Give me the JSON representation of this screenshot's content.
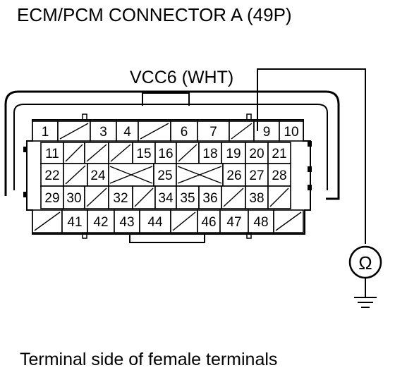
{
  "title": "ECM/PCM CONNECTOR A (49P)",
  "probe_label": "VCC6 (WHT)",
  "meter_symbol": "Ω",
  "footer": "Terminal side of female terminals",
  "colors": {
    "line": "#000000",
    "background": "#ffffff"
  },
  "connector": {
    "rows": [
      [
        {
          "type": "pin",
          "label": "1"
        },
        {
          "type": "blank"
        },
        {
          "type": "pin",
          "label": "3"
        },
        {
          "type": "pin",
          "label": "4"
        },
        {
          "type": "blank"
        },
        {
          "type": "pin",
          "label": "6"
        },
        {
          "type": "pin",
          "label": "7"
        },
        {
          "type": "blank"
        },
        {
          "type": "pin",
          "label": "9"
        },
        {
          "type": "pin",
          "label": "10"
        }
      ],
      [
        {
          "type": "pin",
          "label": "11"
        },
        {
          "type": "blank"
        },
        {
          "type": "blank"
        },
        {
          "type": "blank"
        },
        {
          "type": "pin",
          "label": "15"
        },
        {
          "type": "pin",
          "label": "16"
        },
        {
          "type": "blank"
        },
        {
          "type": "pin",
          "label": "18"
        },
        {
          "type": "pin",
          "label": "19"
        },
        {
          "type": "pin",
          "label": "20"
        },
        {
          "type": "pin",
          "label": "21"
        }
      ],
      [
        {
          "type": "pin",
          "label": "22"
        },
        {
          "type": "blank"
        },
        {
          "type": "pin",
          "label": "24"
        },
        {
          "type": "cross"
        },
        {
          "type": "pin",
          "label": "25"
        },
        {
          "type": "cross"
        },
        {
          "type": "pin",
          "label": "26"
        },
        {
          "type": "pin",
          "label": "27"
        },
        {
          "type": "pin",
          "label": "28"
        }
      ],
      [
        {
          "type": "pin",
          "label": "29"
        },
        {
          "type": "pin",
          "label": "30"
        },
        {
          "type": "blank"
        },
        {
          "type": "pin",
          "label": "32"
        },
        {
          "type": "blank"
        },
        {
          "type": "pin",
          "label": "34"
        },
        {
          "type": "pin",
          "label": "35"
        },
        {
          "type": "pin",
          "label": "36"
        },
        {
          "type": "blank"
        },
        {
          "type": "pin",
          "label": "38"
        },
        {
          "type": "blank"
        }
      ],
      [
        {
          "type": "blank"
        },
        {
          "type": "pin",
          "label": "41"
        },
        {
          "type": "pin",
          "label": "42"
        },
        {
          "type": "pin",
          "label": "43"
        },
        {
          "type": "pin",
          "label": "44"
        },
        {
          "type": "blank"
        },
        {
          "type": "pin",
          "label": "46"
        },
        {
          "type": "pin",
          "label": "47"
        },
        {
          "type": "pin",
          "label": "48"
        },
        {
          "type": "blank"
        }
      ]
    ]
  }
}
